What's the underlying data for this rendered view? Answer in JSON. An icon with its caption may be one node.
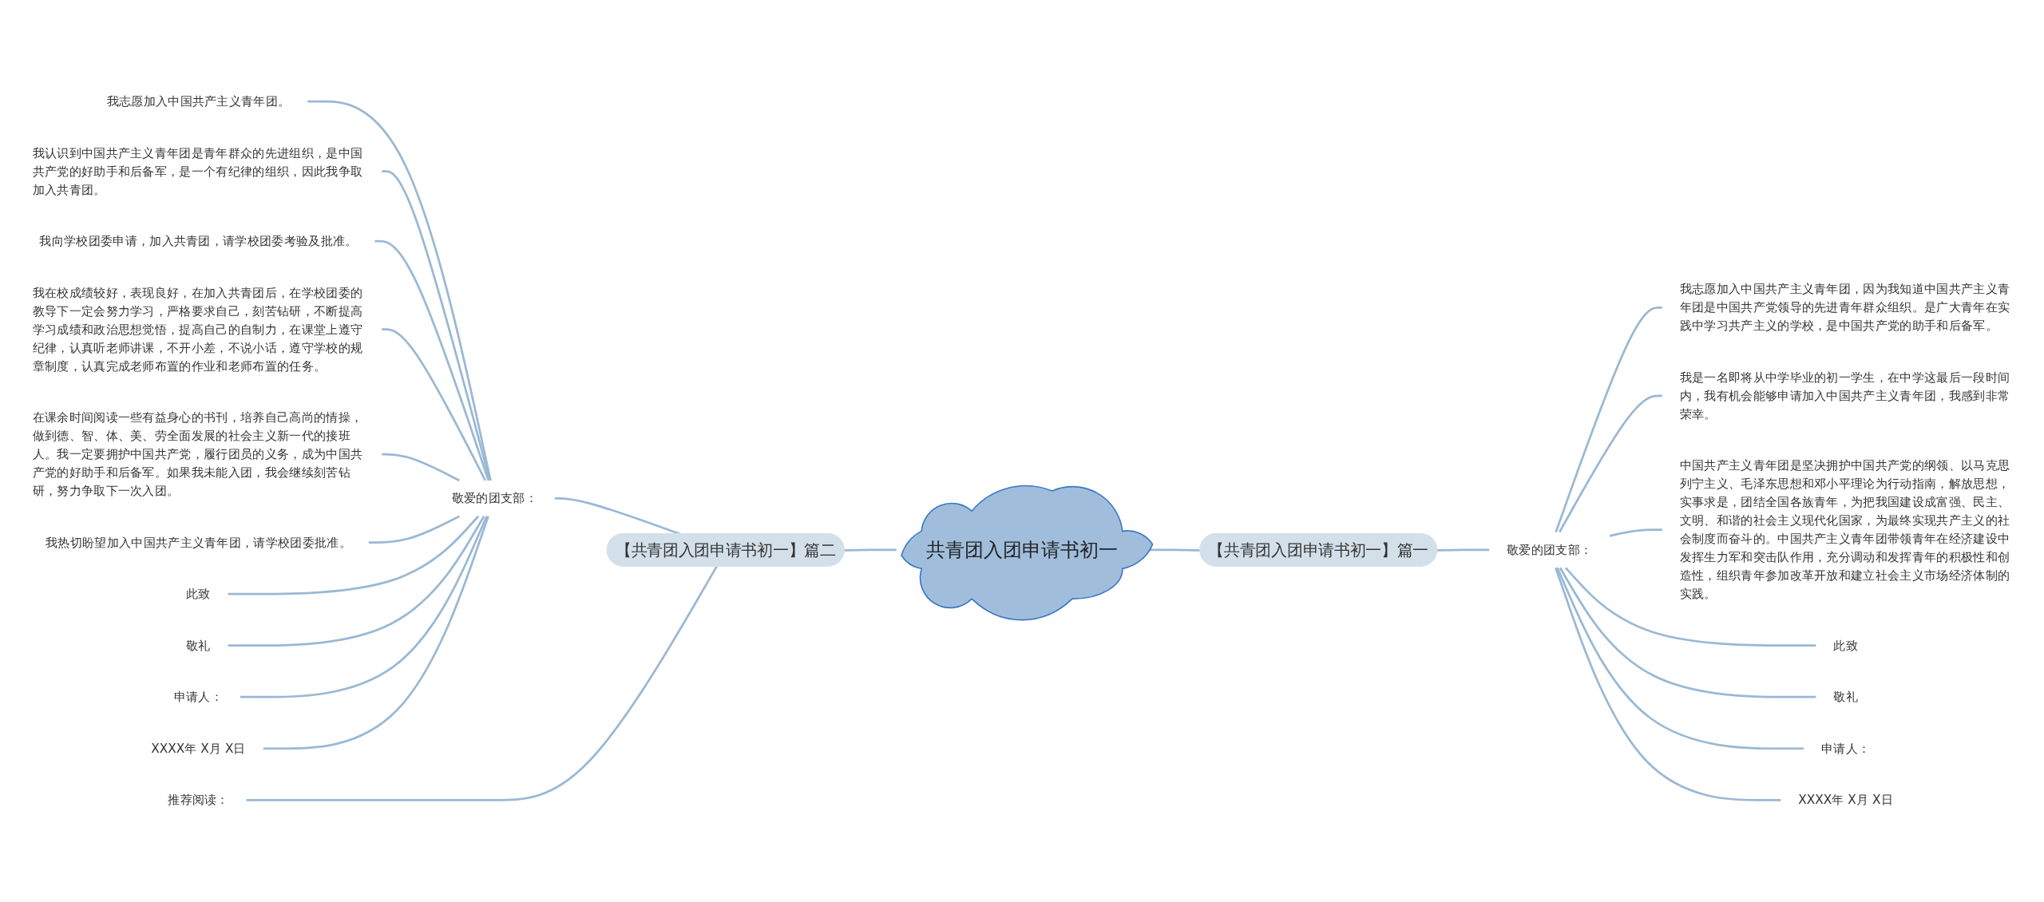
{
  "diagram": {
    "nodes": [
      {
        "text": [
          "共青团入团申请书初一"
        ]
      },
      {
        "text": [
          "【共青团入团申请书初一】篇一"
        ]
      },
      {
        "text": [
          "敬爱的团支部："
        ]
      },
      {
        "text": [
          "我志愿加入中国共产主义青年团，因为我知道中国共产主义青年团是中国共产党领导的先进青年群众组织。是广大青年在实践中学习共产主义的学校，是中国共产党的助手和后备军。"
        ]
      },
      {
        "text": [
          "我是一名即将从中学毕业的初一学生，在中学这最后一段时间内，我有机会能够申请加入中国共产主义青年团，我感到非常荣幸。"
        ]
      },
      {
        "text": [
          "中国共产主义青年团是坚决拥护中国共产党的纲领、以马克思列宁主义、毛泽东思想和邓小平理论为行动指南，解放思想，实事求是，团结全国各族青年，为把我国建设成富强、民主、文明、和谐的社会主义现代化国家，为最终实现共产主义的社会制度而奋斗的。中国共产主义青年团带领青年在经济建设中发挥生力军和突击队作用，充分调动和发挥青年的积极性和创造性，组织青年参加改革开放和建立社会主义市场经济体制的实践。"
        ]
      },
      {
        "text": [
          "此致"
        ]
      },
      {
        "text": [
          "敬礼"
        ]
      },
      {
        "text": [
          "申请人："
        ]
      },
      {
        "text": [
          "XXXX年 X月 X日"
        ]
      },
      {
        "text": [
          "【共青团入团申请书初一】篇二"
        ]
      },
      {
        "text": [
          "敬爱的团支部："
        ]
      },
      {
        "text": [
          "我志愿加入中国共产主义青年团。"
        ]
      },
      {
        "text": [
          "我认识到中国共产主义青年团是青年群众的先进组织，是中国共产党的好助手和后备军，是一个有纪律的组织，因此我争取加入共青团。"
        ]
      },
      {
        "text": [
          "我向学校团委申请，加入共青团，请学校团委考验及批准。"
        ]
      },
      {
        "text": [
          "我在校成绩较好，表现良好，在加入共青团后，在学校团委的教导下一定会努力学习，严格要求自己，刻苦钻研，不断提高学习成绩和政治思想觉悟，提高自己的自制力，在课堂上遵守纪律，认真听老师讲课，不开小差，不说小话，遵守学校的规章制度，认真完成老师布置的作业和老师布置的任务。"
        ]
      },
      {
        "text": [
          "在课余时间阅读一些有益身心的书刊，培养自己高尚的情操，做到德、智、体、美、劳全面发展的社会主义新一代的接班人。我一定要拥护中国共产党，履行团员的义务，成为中国共产党的好助手和后备军。如果我未能入团，我会继续刻苦钻研，努力争取下一次入团。"
        ]
      },
      {
        "text": [
          "我热切盼望加入中国共产主义青年团，请学校团委批准。"
        ]
      },
      {
        "text": [
          "此致"
        ]
      },
      {
        "text": [
          "敬礼"
        ]
      },
      {
        "text": [
          "申请人："
        ]
      },
      {
        "text": [
          "XXXX年 X月 X日"
        ]
      },
      {
        "text": [
          "推荐阅读："
        ]
      }
    ],
    "edges": [
      {
        "from": 0,
        "to": 1,
        "arrow": "none"
      },
      {
        "from": 1,
        "to": 2,
        "arrow": "none"
      },
      {
        "from": 2,
        "to": 3,
        "arrow": "none"
      },
      {
        "from": 2,
        "to": 4,
        "arrow": "none"
      },
      {
        "from": 2,
        "to": 5,
        "arrow": "none"
      },
      {
        "from": 2,
        "to": 6,
        "arrow": "none"
      },
      {
        "from": 2,
        "to": 7,
        "arrow": "none"
      },
      {
        "from": 2,
        "to": 8,
        "arrow": "none"
      },
      {
        "from": 2,
        "to": 9,
        "arrow": "none"
      },
      {
        "from": 10,
        "to": 0,
        "arrow": "none"
      },
      {
        "from": 11,
        "to": 10,
        "arrow": "none"
      },
      {
        "from": 12,
        "to": 11,
        "arrow": "none"
      },
      {
        "from": 13,
        "to": 11,
        "arrow": "none"
      },
      {
        "from": 14,
        "to": 11,
        "arrow": "none"
      },
      {
        "from": 15,
        "to": 11,
        "arrow": "none"
      },
      {
        "from": 16,
        "to": 11,
        "arrow": "none"
      },
      {
        "from": 17,
        "to": 11,
        "arrow": "none"
      },
      {
        "from": 18,
        "to": 11,
        "arrow": "none"
      },
      {
        "from": 19,
        "to": 11,
        "arrow": "none"
      },
      {
        "from": 20,
        "to": 11,
        "arrow": "none"
      },
      {
        "from": 21,
        "to": 11,
        "arrow": "none"
      },
      {
        "from": 22,
        "to": 10,
        "arrow": "none"
      }
    ]
  }
}
